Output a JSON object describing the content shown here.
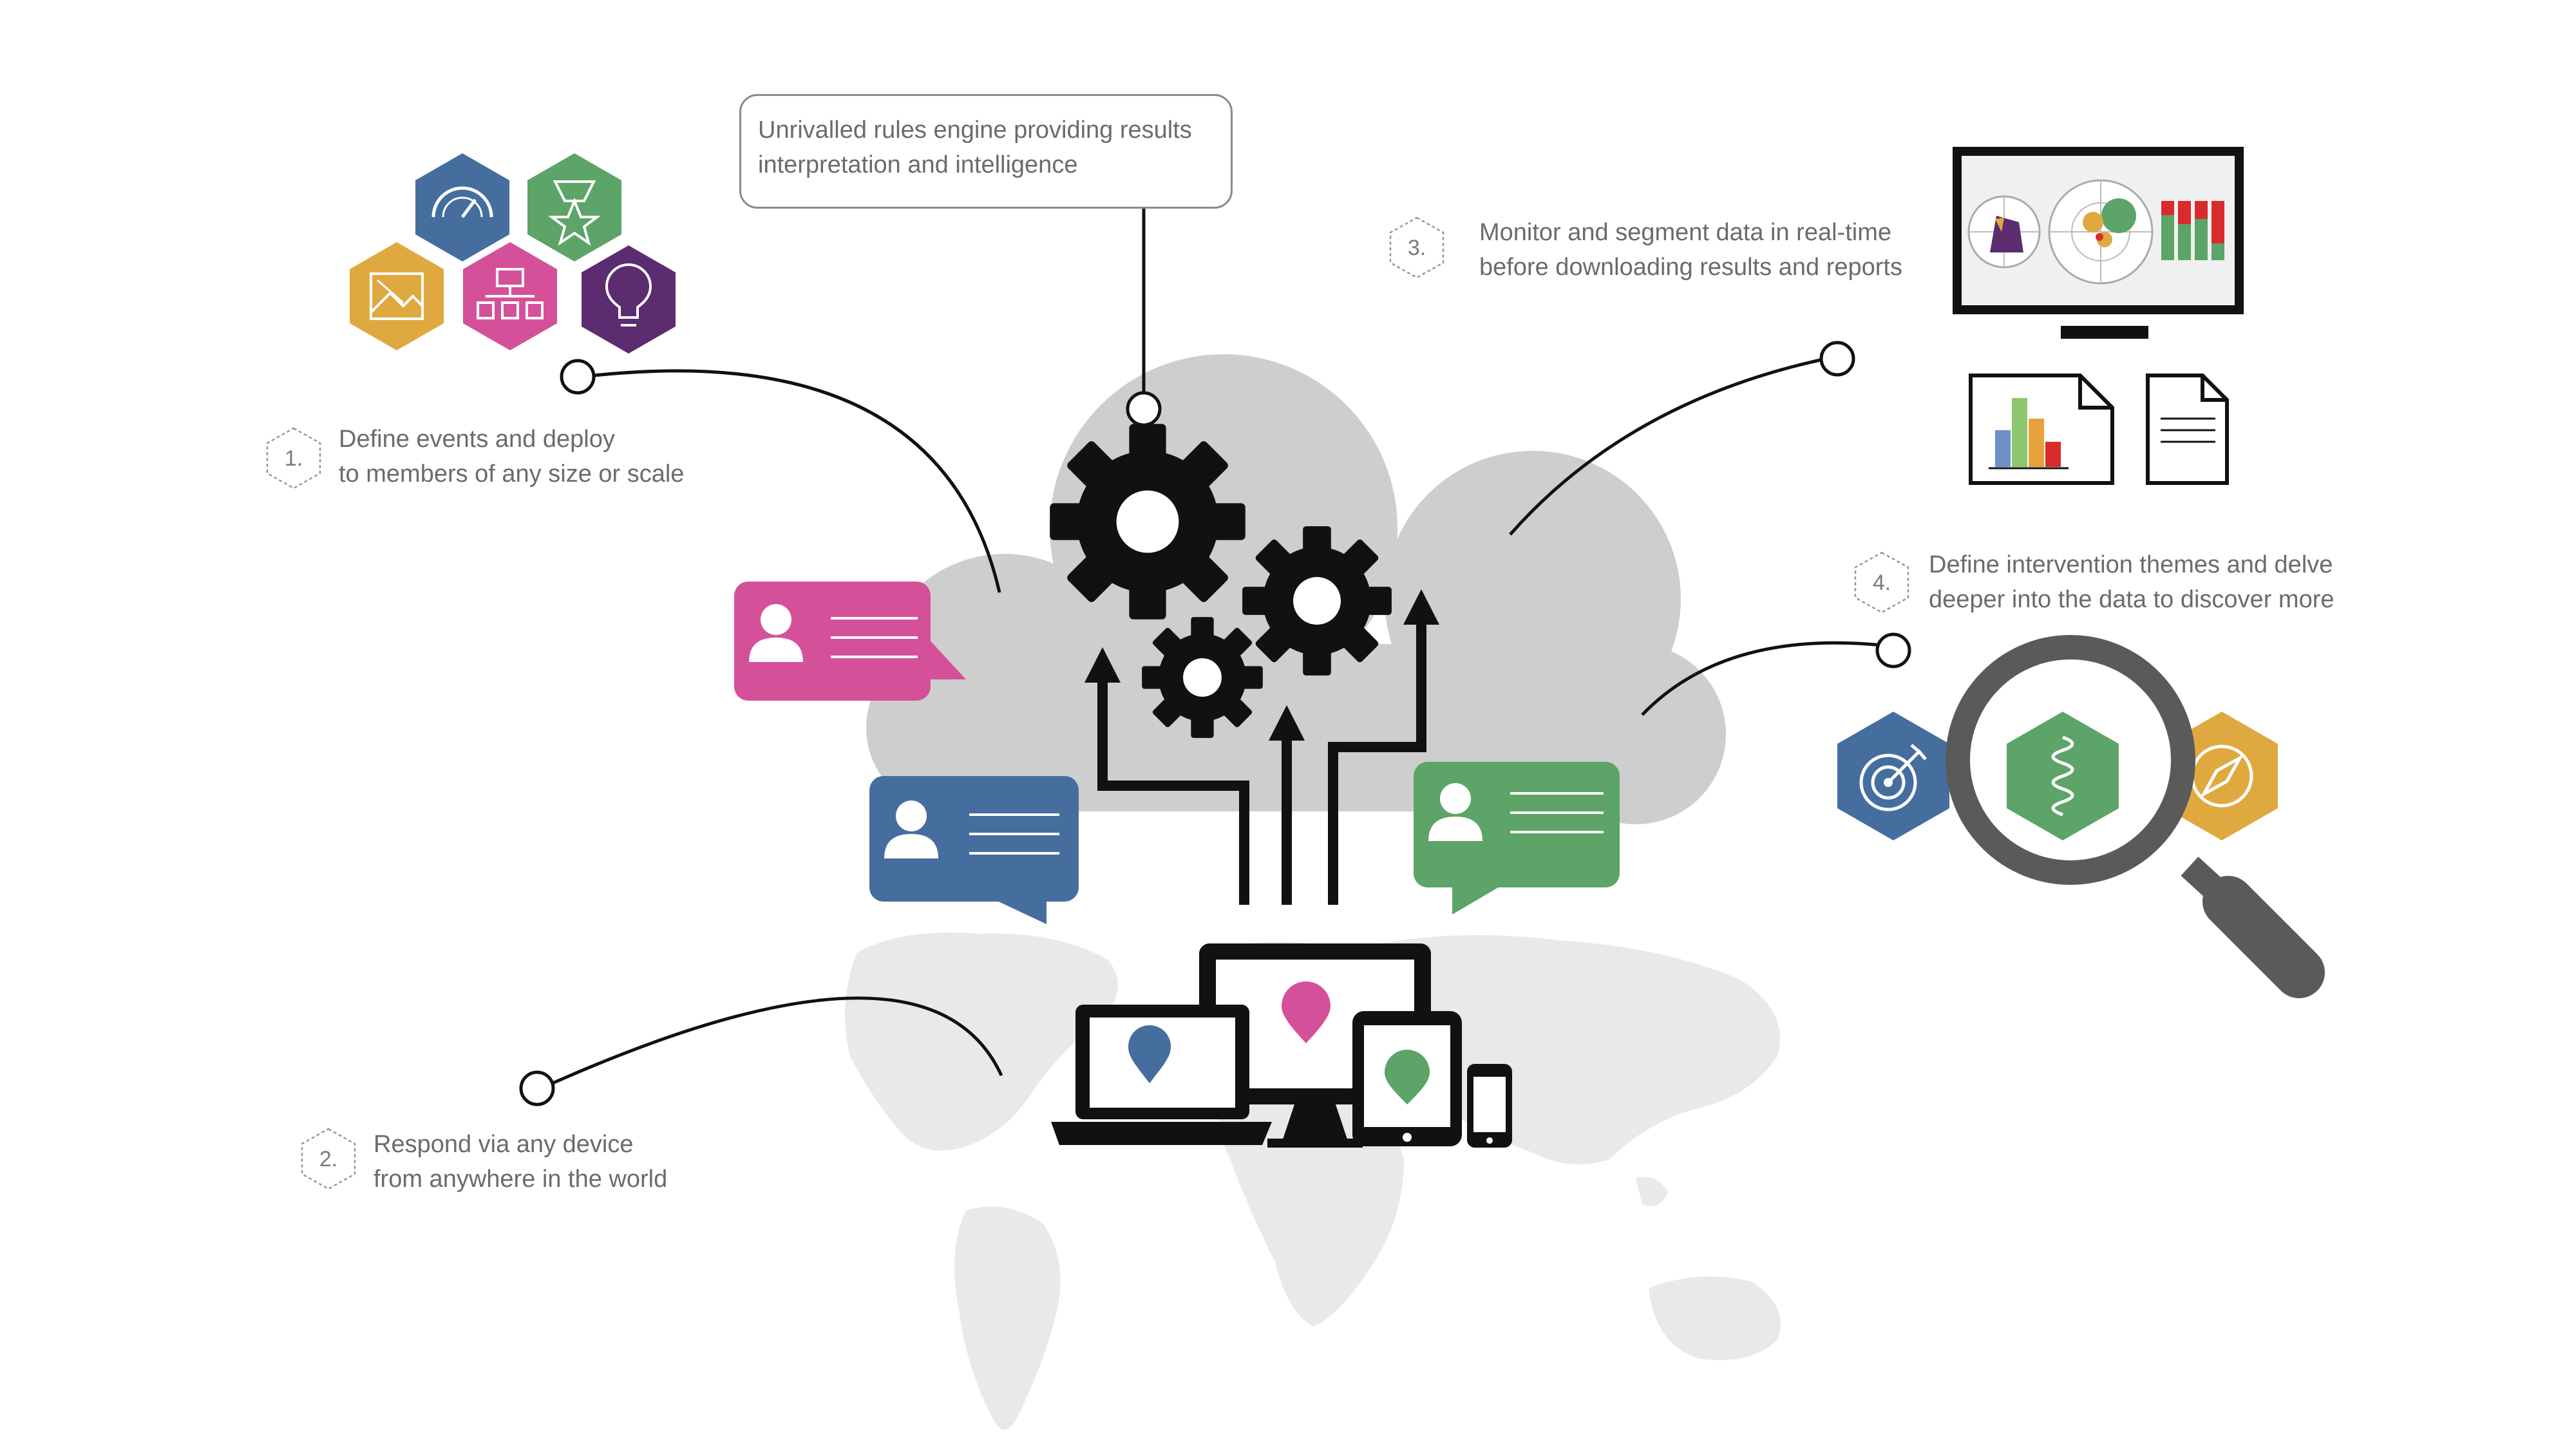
{
  "callouts": {
    "rules_engine": {
      "line1": "Unrivalled rules engine providing results",
      "line2": "interpretation and intelligence"
    },
    "step1": {
      "number": "1.",
      "line1": "Define events and deploy",
      "line2": "to members of any size or scale"
    },
    "step2": {
      "number": "2.",
      "line1": "Respond via any device",
      "line2": "from anywhere in the world"
    },
    "step3": {
      "number": "3.",
      "line1": "Monitor and segment data in real-time",
      "line2": "before downloading results and reports"
    },
    "step4": {
      "number": "4.",
      "line1": "Define intervention themes and delve",
      "line2": "deeper into the data to discover more"
    }
  },
  "colors": {
    "blue": "#456e9f",
    "green": "#5ca467",
    "pink": "#d4519a",
    "gold": "#e0a940",
    "purple": "#5b2c6f",
    "cloud": "#cecece",
    "map": "#e9e9e9",
    "dark": "#111111"
  },
  "icons": {
    "event_hexes": [
      "speedometer-icon",
      "trophy-icon",
      "image-icon",
      "org-chart-icon",
      "lightbulb-icon"
    ],
    "theme_hexes": [
      "target-icon",
      "spring-icon",
      "compass-icon"
    ],
    "devices": [
      "laptop-icon",
      "monitor-icon",
      "tablet-icon",
      "phone-icon"
    ],
    "messages": [
      "pink-message-icon",
      "blue-message-icon",
      "green-message-icon"
    ]
  }
}
